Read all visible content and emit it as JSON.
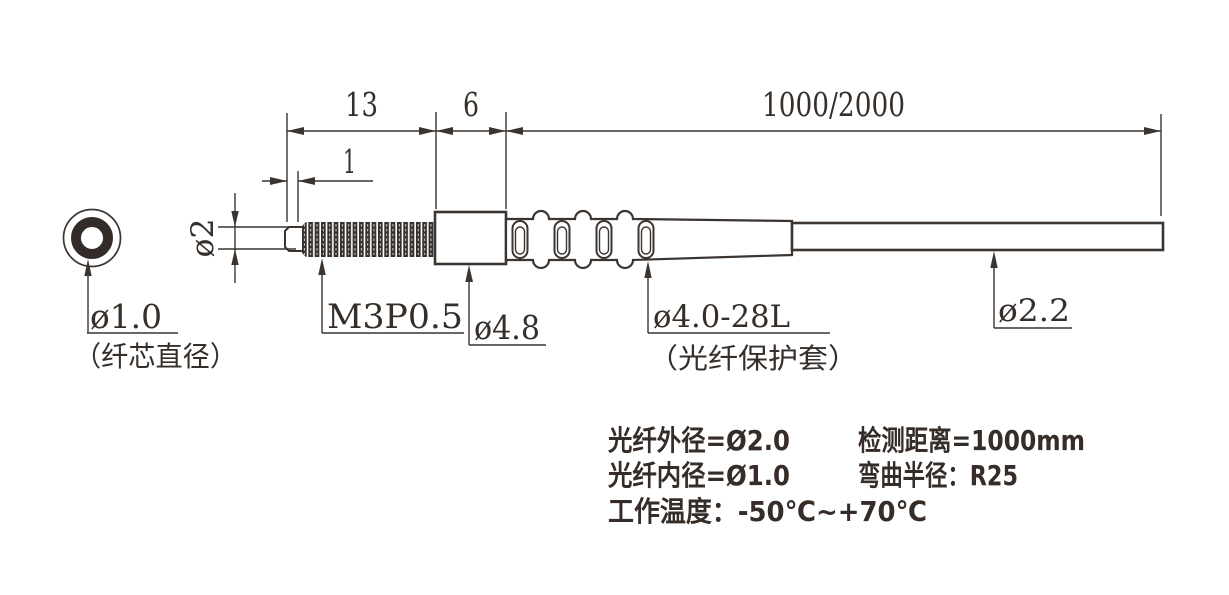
{
  "title": "fiber-optic-sensor-dimension-drawing",
  "colors": {
    "line": "#3c342f",
    "text": "#362e29",
    "spec_text": "#362c28",
    "background": "#ffffff",
    "core_ring_fill": "#332c28"
  },
  "dimensions": {
    "thread_length": "13",
    "body_length": "6",
    "cable_length": "1000/2000",
    "tip_length": "1",
    "tip_diameter": "ø2"
  },
  "callouts": {
    "core_diameter": "ø1.0",
    "core_note": "（纤芯直径）",
    "thread_spec": "M3P0.5",
    "body_diameter": "ø4.8",
    "sheath_spec": "ø4.0-28L",
    "sheath_note": "（光纤保护套）",
    "cable_diameter": "ø2.2"
  },
  "specs": {
    "fiber_outer_diameter": "光纤外径=Ø2.0",
    "detection_distance": "检测距离=1000mm",
    "fiber_inner_diameter": "光纤内径=Ø1.0",
    "bend_radius": "弯曲半径：R25",
    "operating_temperature": "工作温度：-50℃~+70℃"
  }
}
